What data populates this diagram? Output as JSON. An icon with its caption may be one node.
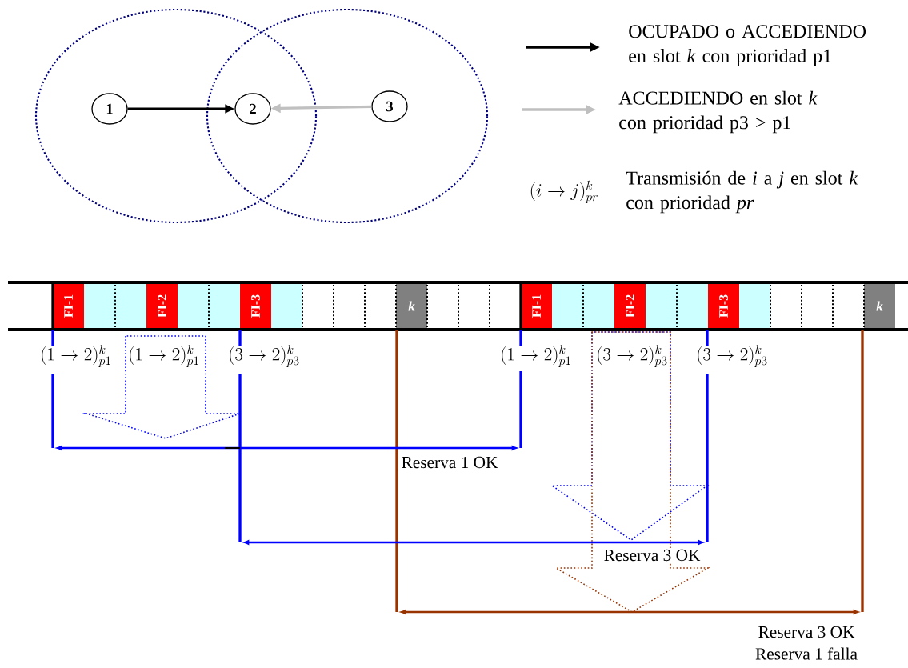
{
  "diagram": {
    "nodes": [
      {
        "text": [
          "1"
        ]
      },
      {
        "text": [
          "2"
        ]
      },
      {
        "text": [
          "3"
        ]
      }
    ],
    "edges": [
      {
        "from": 0,
        "to": 1,
        "arrow": "to"
      },
      {
        "from": 2,
        "to": 1,
        "arrow": "to",
        "color": "#c0c0c0"
      }
    ],
    "labels": [
      "(i \\rightarrow j)^{k}_{pr}",
      "FI-1",
      "FI-2",
      "FI-3",
      "k",
      "FI-1",
      "FI-2",
      "FI-3",
      "k",
      "(1 \\rightarrow 2)^{k}_{p1}",
      "(1 \\rightarrow 2)^{k}_{p1}",
      "(3 \\rightarrow 2)^{k}_{p3}",
      "(1 \\rightarrow 2)^{k}_{p1}",
      "(3 \\rightarrow 2)^{k}_{p3}",
      "(3 \\rightarrow 2)^{k}_{p3}",
      "Reserva 1 OK",
      "Reserva 3 OK",
      "Reserva 3 OK",
      "Reserva 1 falla"
    ],
    "legend": [
      {
        "text": "OCUPADO o ACCEDIENDO en slot *k* con prioridad p1"
      },
      {
        "text": "ACCEDIENDO en slot *k* con prioridad p3 > p1"
      },
      {
        "text": "Transmisión de *i* a *j* en slot *k* con prioridad *pr*"
      }
    ]
  }
}
